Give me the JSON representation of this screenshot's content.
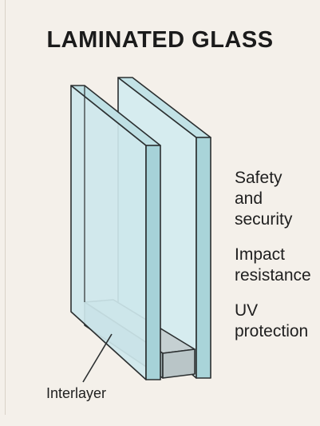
{
  "title": "LAMINATED GLASS",
  "features": [
    {
      "text": "Safety\nand\nsecurity"
    },
    {
      "text": "Impact\nresistance"
    },
    {
      "text": "UV\nprotection"
    }
  ],
  "callout": {
    "label": "Interlayer"
  },
  "colors": {
    "glass_face": "#cfe8ec",
    "glass_edge": "#b3dade",
    "glass_dark": "#9fccd2",
    "interlayer": "#a9b8bb",
    "interlayer_top": "#c8d3d4",
    "outline": "#2b2f30"
  }
}
